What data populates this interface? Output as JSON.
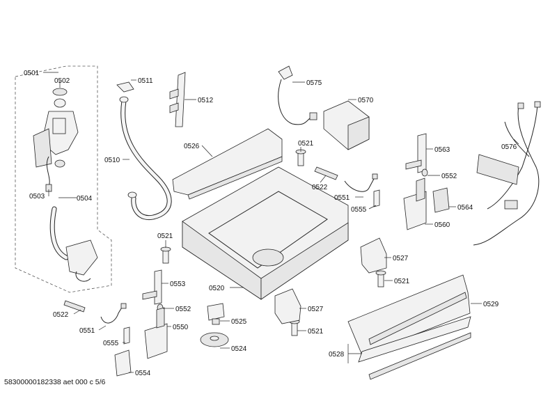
{
  "parts": [
    "0501",
    "0502",
    "0503",
    "0504",
    "0510",
    "0511",
    "0512",
    "0520",
    "0521",
    "0522",
    "0524",
    "0525",
    "0526",
    "0527",
    "0528",
    "0529",
    "0550",
    "0551",
    "0552",
    "0553",
    "0554",
    "0555",
    "0560",
    "0563",
    "0564",
    "0570",
    "0575",
    "0576"
  ],
  "callouts": {
    "c0501": "0501",
    "c0502": "0502",
    "c0503": "0503",
    "c0504": "0504",
    "c0510": "0510",
    "c0511": "0511",
    "c0512": "0512",
    "c0526": "0526",
    "c0575": "0575",
    "c0570": "0570",
    "c0521a": "0521",
    "c0522a": "0522",
    "c0551a": "0551",
    "c0555a": "0555",
    "c0563": "0563",
    "c0552a": "0552",
    "c0564": "0564",
    "c0560": "0560",
    "c0576": "0576",
    "c0521b": "0521",
    "c0527a": "0527",
    "c0521c": "0521",
    "c0553": "0553",
    "c0552b": "0552",
    "c0520": "0520",
    "c0529": "0529",
    "c0522b": "0522",
    "c0551b": "0551",
    "c0550": "0550",
    "c0525": "0525",
    "c0527b": "0527",
    "c0521d": "0521",
    "c0555b": "0555",
    "c0524": "0524",
    "c0528": "0528",
    "c0554": "0554"
  },
  "footer": "58300000182338 aet 000 c 5/6"
}
